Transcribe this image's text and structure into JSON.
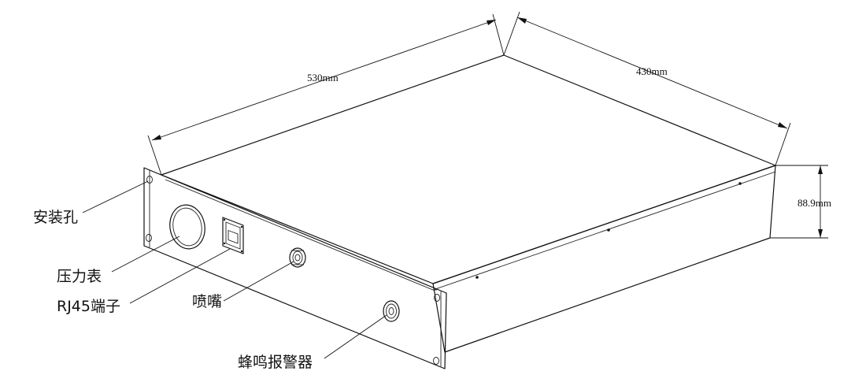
{
  "dimensions": {
    "depth": "530mm",
    "width": "430mm",
    "height": "88.9mm"
  },
  "callouts": {
    "mounting_hole": "安装孔",
    "pressure_gauge": "压力表",
    "rj45_port": "RJ45端子",
    "nozzle": "喷嘴",
    "buzzer_alarm": "蜂鸣报警器"
  },
  "colors": {
    "line": "#111111",
    "background": "#ffffff"
  }
}
